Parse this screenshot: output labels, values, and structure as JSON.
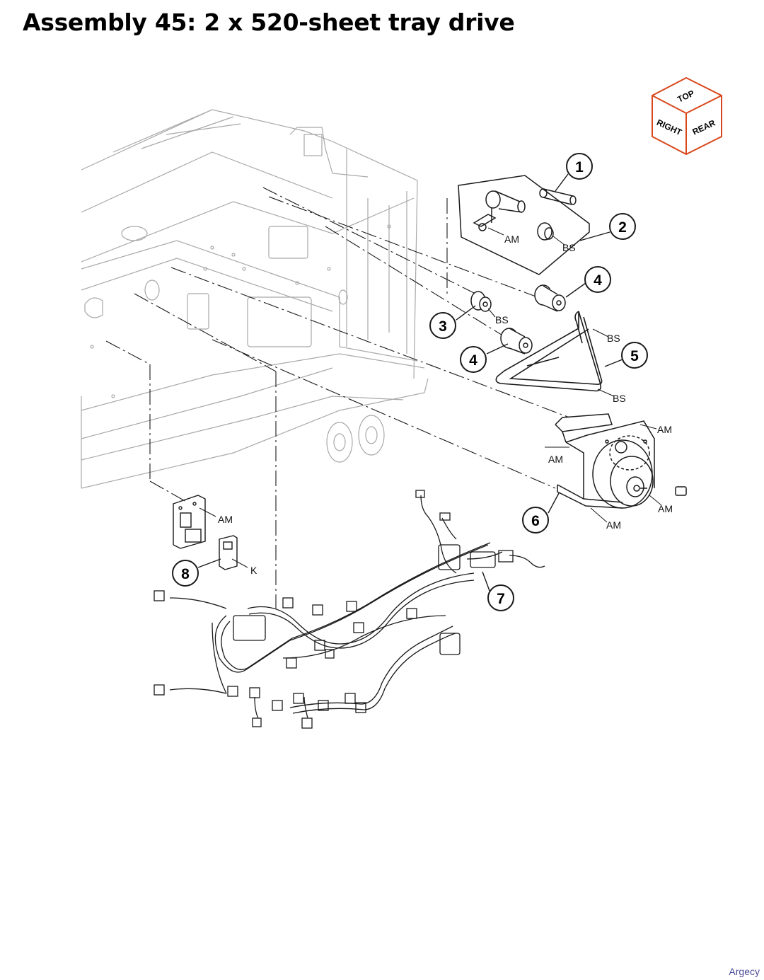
{
  "title": "Assembly 45: 2 x 520-sheet tray drive",
  "orientation_cube": {
    "top": "TOP",
    "right": "RIGHT",
    "rear": "REAR",
    "edge_color": "#d9481c"
  },
  "callouts": [
    "1",
    "2",
    "3",
    "4",
    "4",
    "5",
    "6",
    "7",
    "8"
  ],
  "tags": {
    "am": "AM",
    "bs": "BS",
    "k": "K"
  },
  "watermark": "Argecy",
  "colors": {
    "frame_line": "#a8a8a8",
    "part_line": "#1a1a1a",
    "cube_edge": "#d9481c"
  }
}
